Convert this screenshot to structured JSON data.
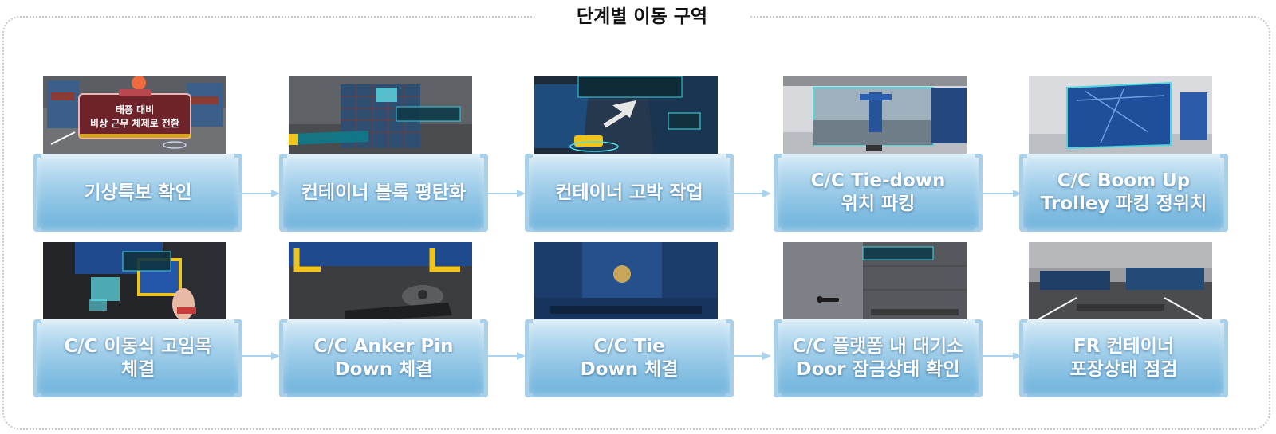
{
  "title": "단계별 이동 구역",
  "steps": [
    {
      "lines": [
        "기상특보 확인"
      ],
      "overlay": [
        "태풍 대비",
        "비상 근무 체제로 전환"
      ]
    },
    {
      "lines": [
        "컨테이너 블록 평탄화"
      ]
    },
    {
      "lines": [
        "컨테이너 고박 작업"
      ]
    },
    {
      "lines": [
        "C/C Tie-down",
        "위치 파킹"
      ]
    },
    {
      "lines": [
        "C/C Boom Up",
        "Trolley 파킹 정위치"
      ]
    },
    {
      "lines": [
        "C/C 이동식 고임목",
        "체결"
      ]
    },
    {
      "lines": [
        "C/C Anker Pin",
        "Down 체결"
      ]
    },
    {
      "lines": [
        "C/C Tie",
        "Down 체결"
      ]
    },
    {
      "lines": [
        "C/C 플랫폼 내 대기소",
        "Door 잠금상태 확인"
      ]
    },
    {
      "lines": [
        "FR 컨테이너",
        "포장상태 점검"
      ]
    }
  ],
  "colors": {
    "card_top": "#d6ebf7",
    "card_bottom": "#6ab0db",
    "arrow": "#a9d2ee",
    "frame_border": "#c9c9c9"
  }
}
